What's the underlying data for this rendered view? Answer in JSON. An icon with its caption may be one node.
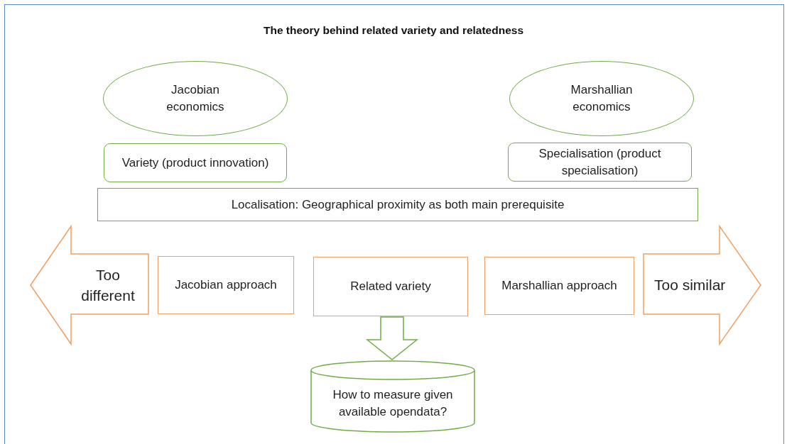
{
  "diagram": {
    "title": "The theory behind related variety and relatedness",
    "nodes": [
      {
        "text": [
          "Jacobian economics"
        ]
      },
      {
        "text": [
          "Marshallian economics"
        ]
      },
      {
        "text": [
          "Variety (product innovation)"
        ]
      },
      {
        "text": [
          "Specialisation (product specialisation)"
        ]
      },
      {
        "text": [
          "Localisation: Geographical proximity as both main prerequisite"
        ]
      },
      {
        "text": [
          "Too different"
        ]
      },
      {
        "text": [
          "Jacobian approach"
        ]
      },
      {
        "text": [
          "Related variety"
        ]
      },
      {
        "text": [
          "Marshallian approach"
        ]
      },
      {
        "text": [
          "Too similar"
        ]
      },
      {
        "text": [
          "How to measure given available opendata?"
        ]
      }
    ],
    "edges": [
      {
        "from": 7,
        "to": 10,
        "arrow": "to"
      }
    ]
  }
}
